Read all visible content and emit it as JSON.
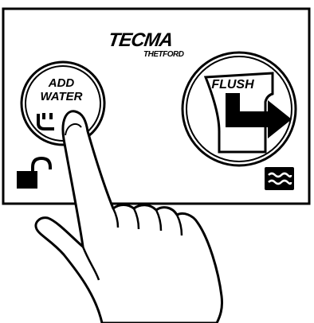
{
  "brand": {
    "name": "TECMA",
    "maker": "THETFORD"
  },
  "buttons": {
    "add_water": {
      "line1": "ADD",
      "line2": "WATER",
      "icon": "water-inlet-icon"
    },
    "flush": {
      "label": "FLUSH",
      "icon": "flush-arrow-icon"
    }
  },
  "indicators": {
    "lock": "unlocked-padlock-icon",
    "water_level": "water-waves-icon"
  },
  "hand": "pointing-hand-icon",
  "colors": {
    "ink": "#000000",
    "paper": "#ffffff"
  }
}
